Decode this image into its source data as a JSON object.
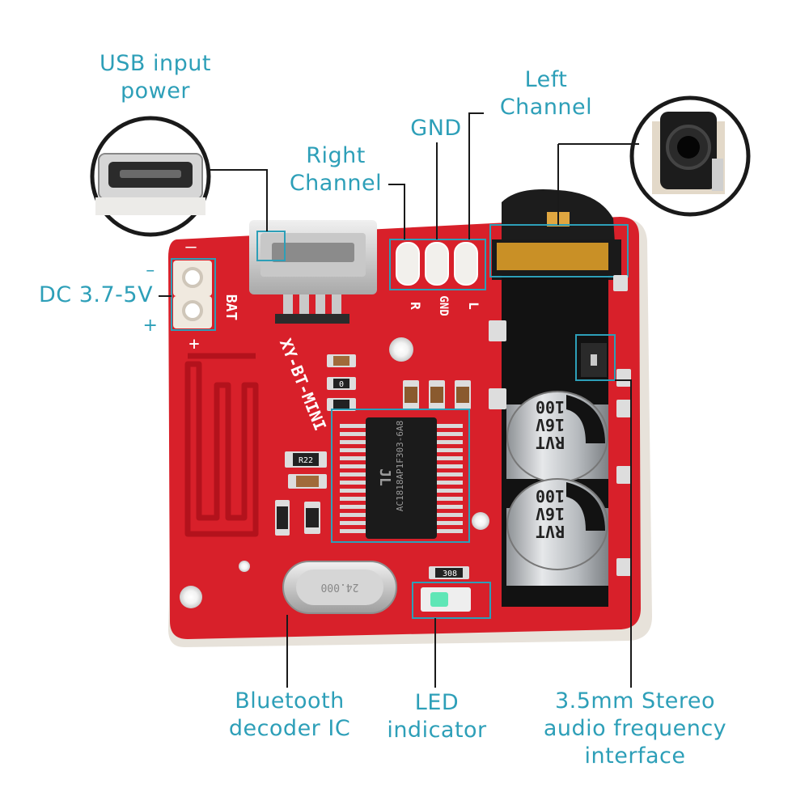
{
  "labels": {
    "usb_input_power": [
      "USB input",
      "power"
    ],
    "right_channel": [
      "Right",
      "Channel"
    ],
    "gnd": "GND",
    "left_channel": [
      "Left",
      "Channel"
    ],
    "dc_voltage": "DC 3.7-5V",
    "dc_minus": "–",
    "dc_plus": "+",
    "bluetooth_ic": [
      "Bluetooth",
      "decoder IC"
    ],
    "led_indicator": [
      "LED",
      "indicator"
    ],
    "audio_interface": [
      "3.5mm Stereo",
      "audio frequency",
      "interface"
    ]
  },
  "board_silkscreen": {
    "model": "XY-BT-MINI",
    "bat": "BAT",
    "bat_plus": "+",
    "bat_minus": "–",
    "pin_r": "R",
    "pin_gnd": "GND",
    "pin_l": "L",
    "chip_text": "AC1818AP1F303-6A8",
    "chip_logo": "JL",
    "crystal": "24.000",
    "res_r22": "R22",
    "res_308": "308",
    "res_0": "0"
  },
  "capacitors": [
    {
      "line1": "RVT",
      "line2": "16V",
      "line3": "100"
    },
    {
      "line1": "RVT",
      "line2": "16V",
      "line3": "100"
    }
  ],
  "colors": {
    "label": "#2d9fb8",
    "pcb": "#d8202a",
    "pcb_dark": "#b3121c",
    "pad": "#e9e4dc",
    "silkscreen": "#ffffff"
  }
}
